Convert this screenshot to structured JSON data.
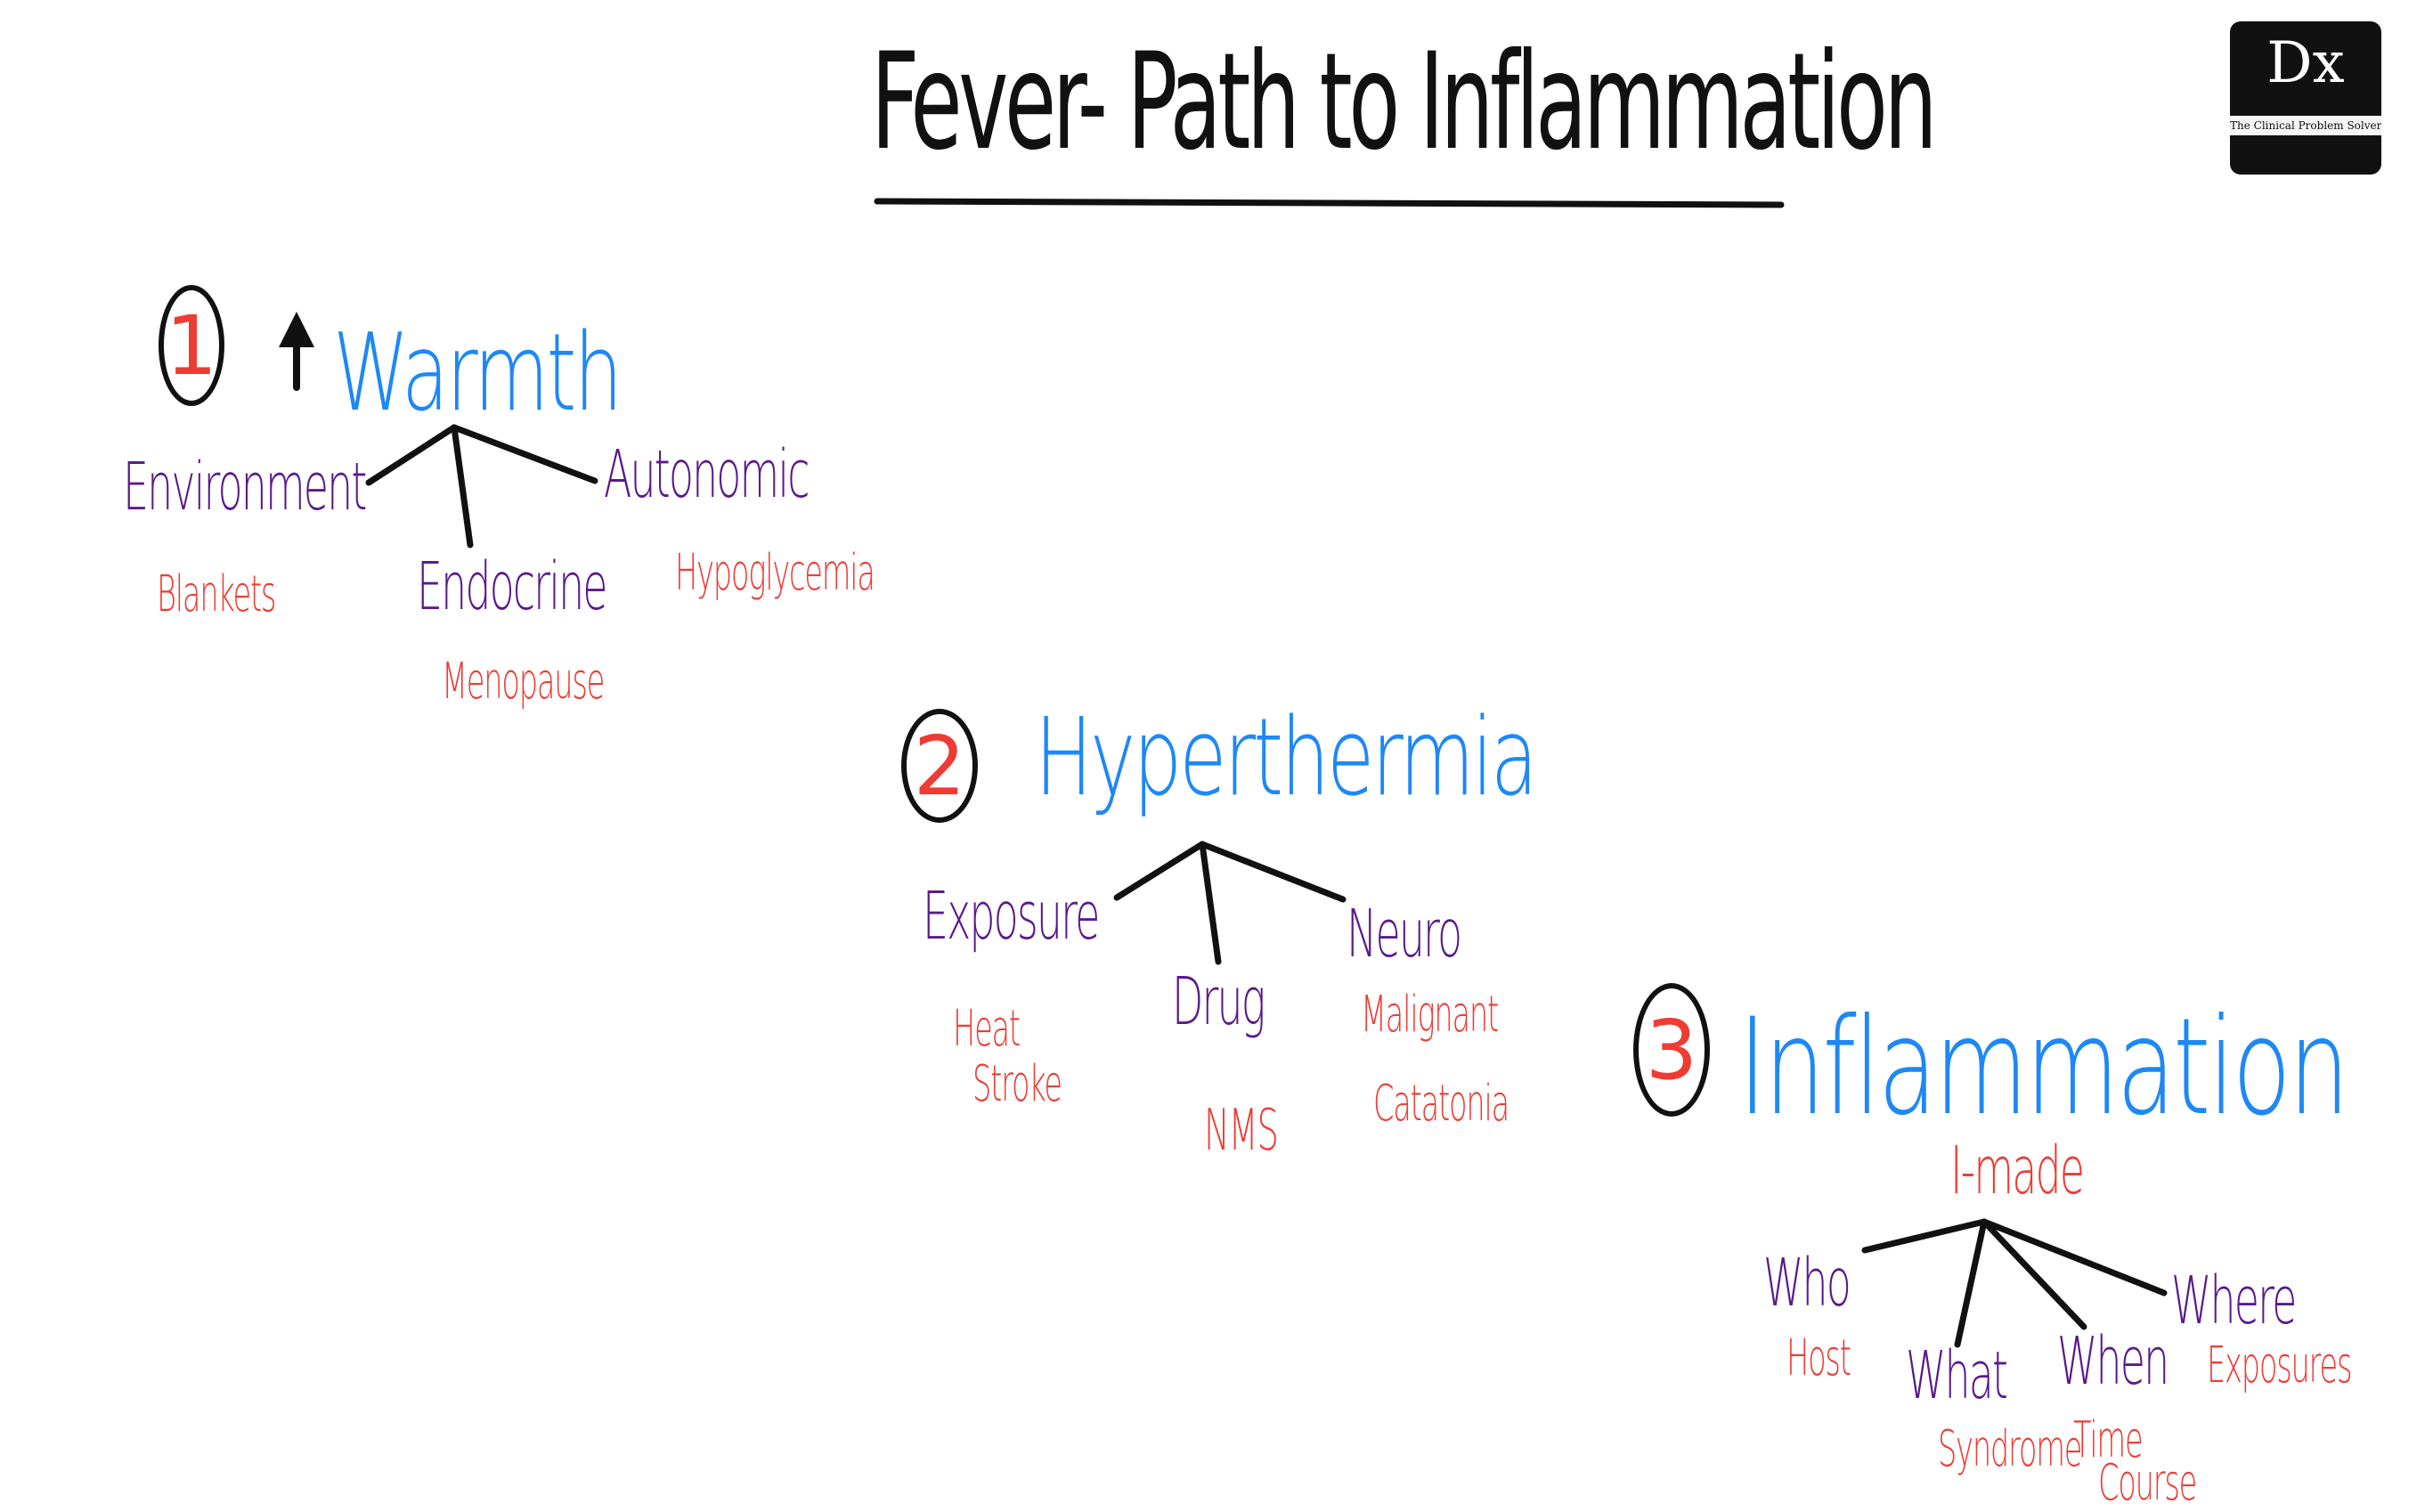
{
  "title": "Fever- Path to Inflammation",
  "logo": {
    "mark": "Dx",
    "text": "The Clinical Problem Solvers"
  },
  "colors": {
    "heading": "#1e88f5",
    "category": "#5a1a8c",
    "example": "#ee3b33",
    "ink": "#111111"
  },
  "sections": [
    {
      "number": "1",
      "arrow": "up-arrow-icon",
      "heading": "Warmth",
      "branches": [
        {
          "label": "Environment",
          "example": "Blankets"
        },
        {
          "label": "Endocrine",
          "example": "Menopause"
        },
        {
          "label": "Autonomic",
          "example": "Hypoglycemia"
        }
      ]
    },
    {
      "number": "2",
      "heading": "Hyperthermia",
      "branches": [
        {
          "label": "Exposure",
          "example_lines": [
            "Heat",
            "Stroke"
          ]
        },
        {
          "label": "Drug",
          "example": "NMS"
        },
        {
          "label": "Neuro",
          "example_lines": [
            "Malignant",
            "Catatonia"
          ]
        }
      ]
    },
    {
      "number": "3",
      "heading": "Inflammation",
      "subheading": "I-made",
      "branches": [
        {
          "label": "Who",
          "example": "Host"
        },
        {
          "label": "What",
          "example": "Syndrome"
        },
        {
          "label": "When",
          "example_lines": [
            "Time",
            "Course"
          ]
        },
        {
          "label": "Where",
          "example": "Exposures"
        }
      ]
    }
  ]
}
